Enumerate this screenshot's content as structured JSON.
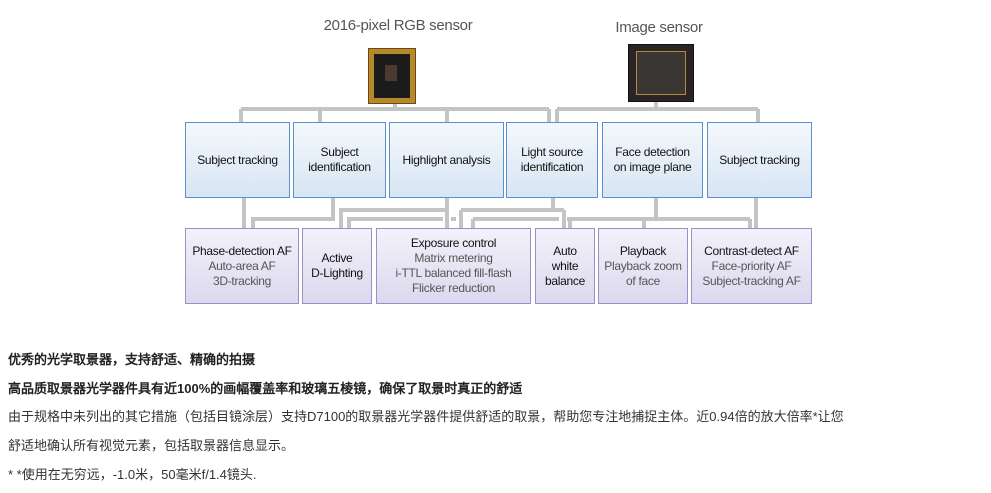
{
  "diagram": {
    "sensor_left_title": "2016-pixel RGB sensor",
    "sensor_right_title": "Image sensor",
    "top_boxes": [
      [
        "Subject tracking"
      ],
      [
        "Subject",
        "identification"
      ],
      [
        "Highlight analysis"
      ],
      [
        "Light source",
        "identification"
      ],
      [
        "Face detection",
        "on image plane"
      ],
      [
        "Subject tracking"
      ]
    ],
    "bottom_boxes": [
      {
        "title": [
          "Phase-detection AF"
        ],
        "sub": [
          "Auto-area AF",
          "3D-tracking"
        ]
      },
      {
        "title": [
          "Active",
          "D-Lighting"
        ],
        "sub": []
      },
      {
        "title": [
          "Exposure control"
        ],
        "sub": [
          "Matrix metering",
          "i-TTL balanced fill-flash",
          "Flicker reduction"
        ]
      },
      {
        "title": [
          "Auto",
          "white",
          "balance"
        ],
        "sub": []
      },
      {
        "title": [
          "Playback"
        ],
        "sub": [
          "Playback zoom",
          "of face"
        ]
      },
      {
        "title": [
          "Contrast-detect AF"
        ],
        "sub": [
          "Face-priority AF",
          "Subject-tracking AF"
        ]
      }
    ]
  },
  "text": {
    "heading1": "优秀的光学取景器，支持舒适、精确的拍摄",
    "heading2": "高品质取景器光学器件具有近100%的画幅覆盖率和玻璃五棱镜，确保了取景时真正的舒适",
    "para_line1": "由于规格中未列出的其它措施（包括目镜涂层）支持D7100的取景器光学器件提供舒适的取景，帮助您专注地捕捉主体。近0.94倍的放大倍率*让您",
    "para_line2": "舒适地确认所有视觉元素，包括取景器信息显示。",
    "footnote": "* *使用在无穷远，-1.0米，50毫米f/1.4镜头."
  }
}
